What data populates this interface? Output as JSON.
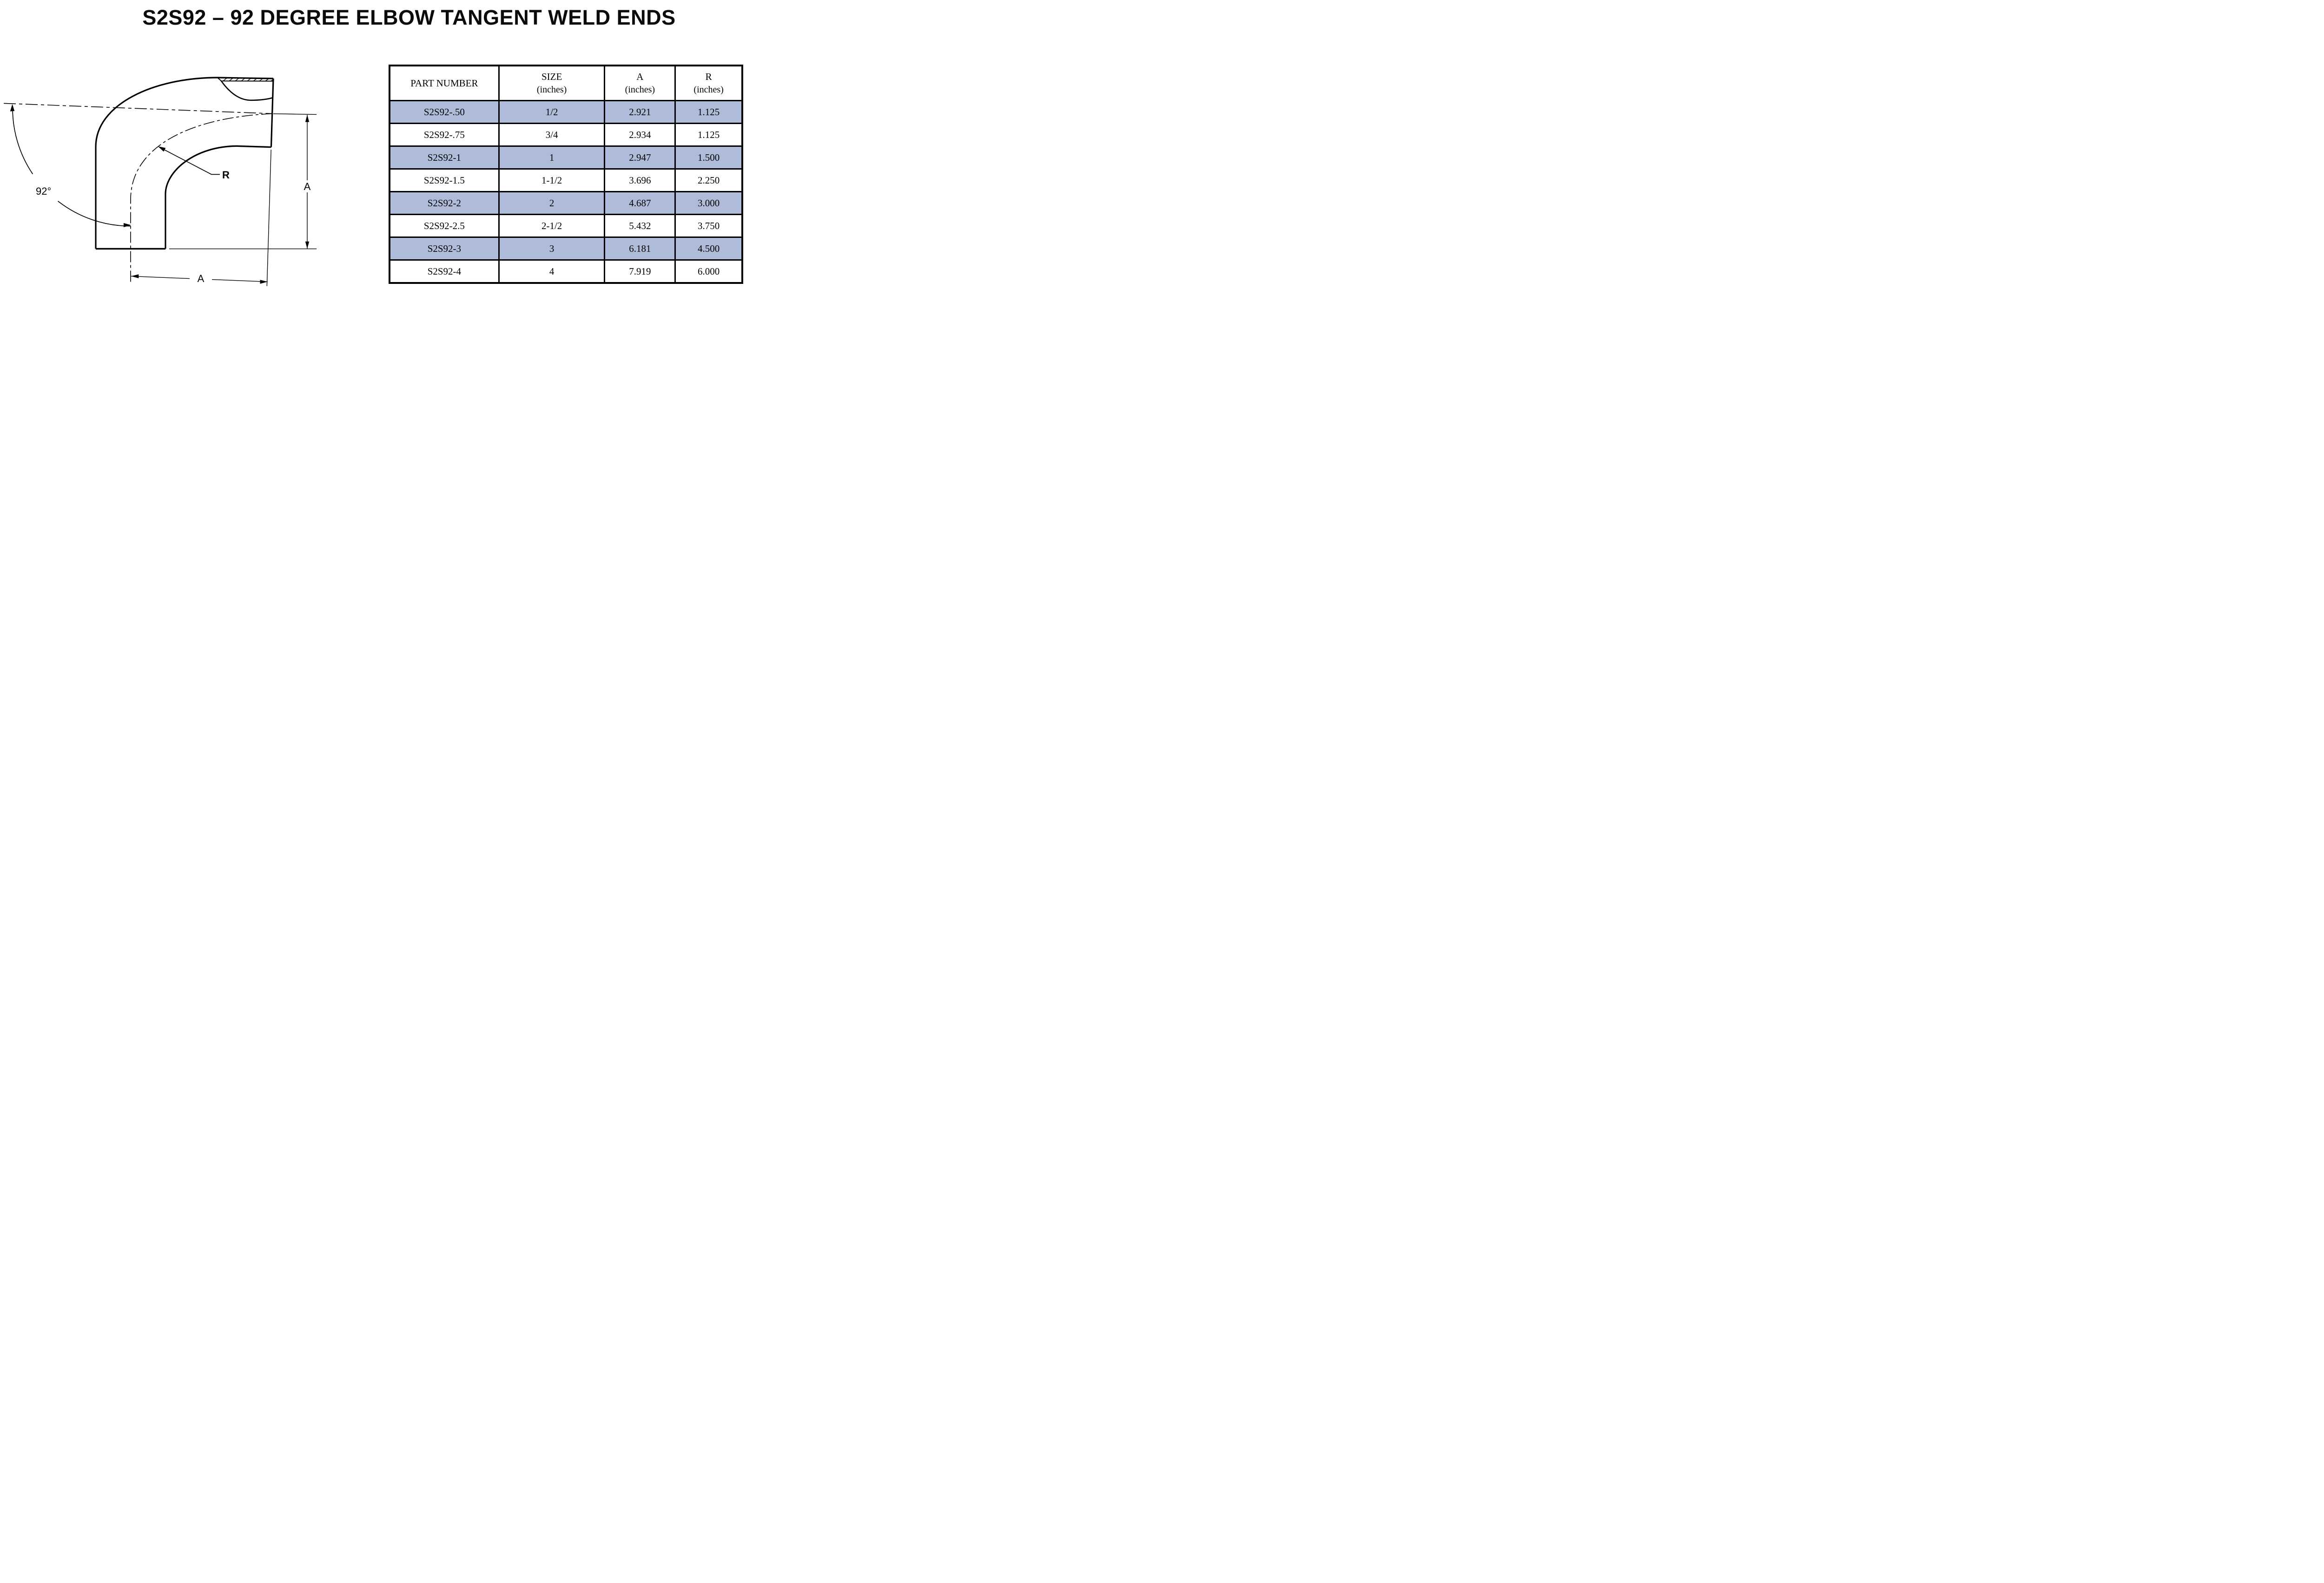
{
  "title": "S2S92 – 92 DEGREE ELBOW TANGENT WELD ENDS",
  "diagram": {
    "angle_label": "92°",
    "radius_label": "R",
    "dim_vertical_label": "A",
    "dim_horizontal_label": "A",
    "line_color": "#000000"
  },
  "table": {
    "band_color": "#aebcd9",
    "headers": [
      {
        "line1": "PART NUMBER",
        "line2": ""
      },
      {
        "line1": "SIZE",
        "line2": "(inches)"
      },
      {
        "line1": "A",
        "line2": "(inches)"
      },
      {
        "line1": "R",
        "line2": "(inches)"
      }
    ],
    "rows": [
      {
        "part": "S2S92-.50",
        "size": "1/2",
        "a": "2.921",
        "r": "1.125",
        "shaded": true
      },
      {
        "part": "S2S92-.75",
        "size": "3/4",
        "a": "2.934",
        "r": "1.125",
        "shaded": false
      },
      {
        "part": "S2S92-1",
        "size": "1",
        "a": "2.947",
        "r": "1.500",
        "shaded": true
      },
      {
        "part": "S2S92-1.5",
        "size": "1-1/2",
        "a": "3.696",
        "r": "2.250",
        "shaded": false
      },
      {
        "part": "S2S92-2",
        "size": "2",
        "a": "4.687",
        "r": "3.000",
        "shaded": true
      },
      {
        "part": "S2S92-2.5",
        "size": "2-1/2",
        "a": "5.432",
        "r": "3.750",
        "shaded": false
      },
      {
        "part": "S2S92-3",
        "size": "3",
        "a": "6.181",
        "r": "4.500",
        "shaded": true
      },
      {
        "part": "S2S92-4",
        "size": "4",
        "a": "7.919",
        "r": "6.000",
        "shaded": false
      }
    ]
  }
}
